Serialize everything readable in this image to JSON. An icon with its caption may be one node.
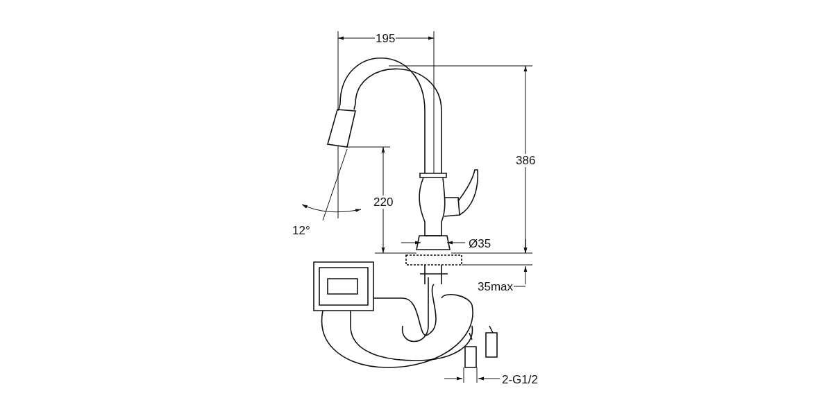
{
  "diagram": {
    "labels": [
      "195",
      "386",
      "220",
      "12°",
      "Ø35",
      "35max",
      "2-G1/2"
    ]
  }
}
